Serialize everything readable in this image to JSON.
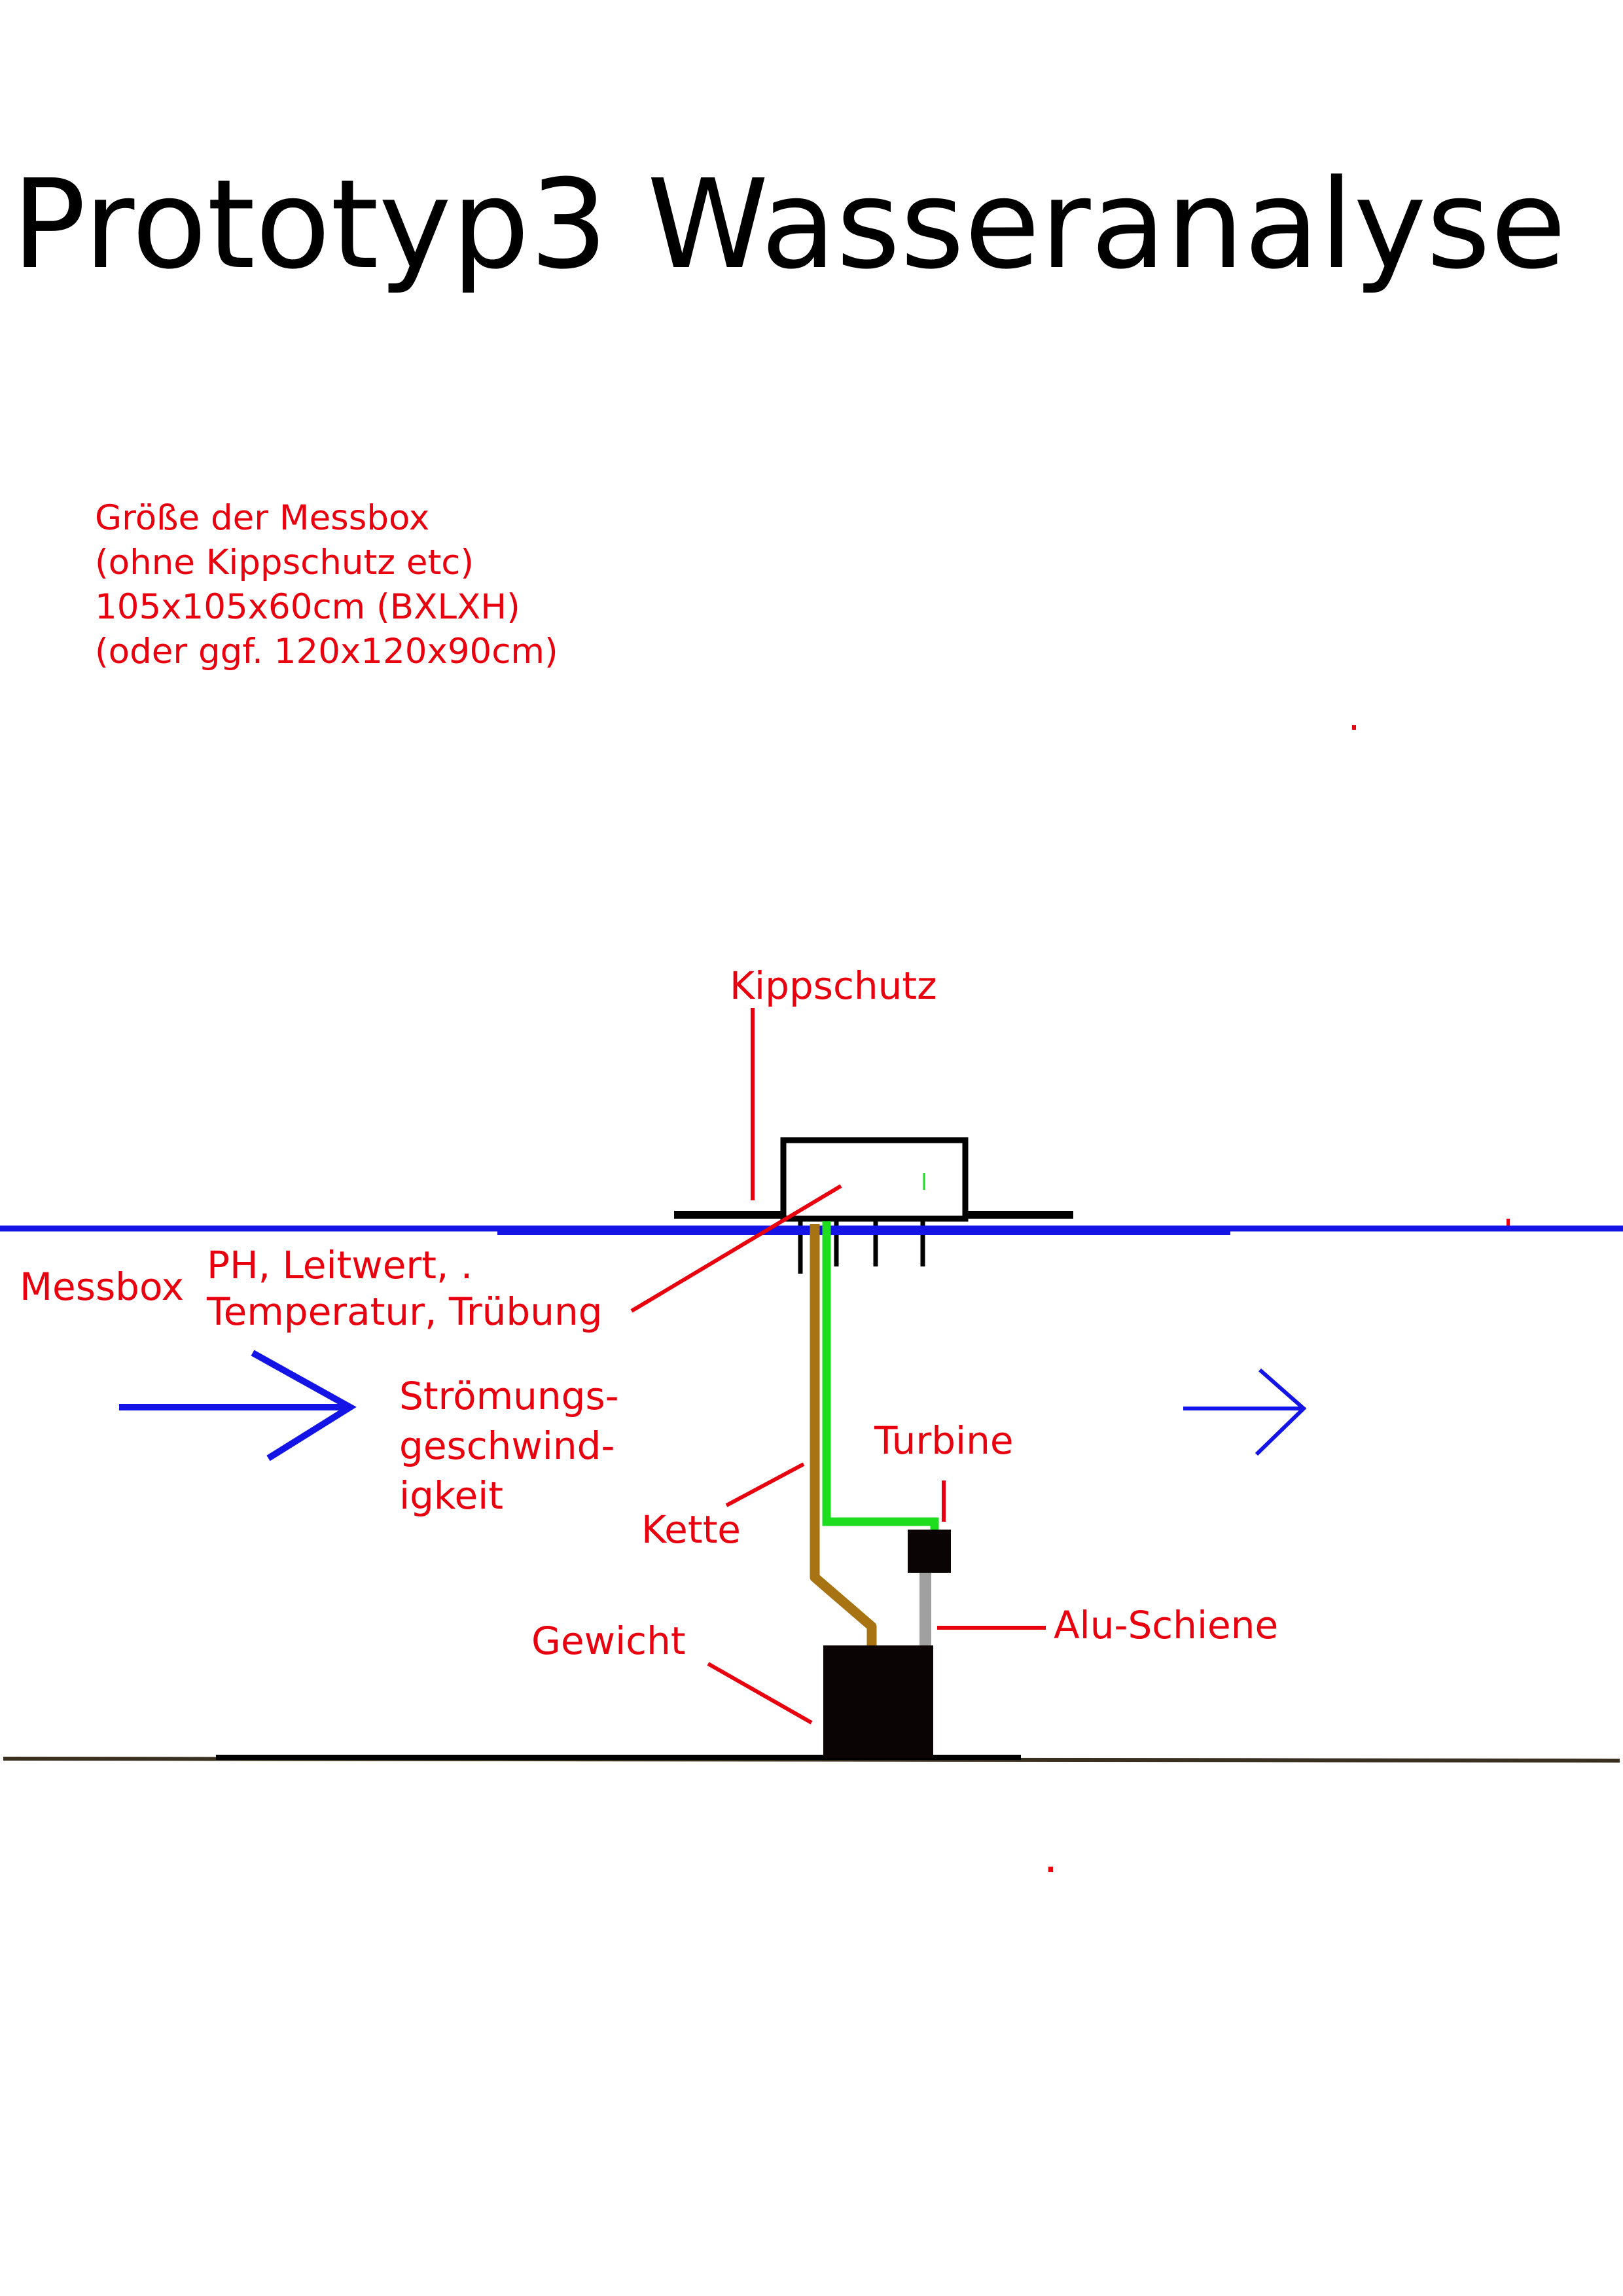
{
  "title": "Prototyp3 Wasseranalyse",
  "size_note": {
    "line1": "Größe der Messbox",
    "line2": "(ohne Kippschutz etc)",
    "line3": "105x105x60cm (BXLXH)",
    "line4": "(oder ggf. 120x120x90cm)"
  },
  "labels": {
    "kippschutz": "Kippschutz",
    "messbox": "Messbox",
    "sensors_line1": "PH, Leitwert,  .",
    "sensors_line2": "Temperatur, Trübung",
    "flow_line1": "Strömungs-",
    "flow_line2": "geschwind-",
    "flow_line3": "igkeit",
    "turbine": "Turbine",
    "kette": "Kette",
    "alu_schiene": "Alu-Schiene",
    "gewicht": "Gewicht"
  },
  "colors": {
    "water_line": "#1414e6",
    "label_red": "#e8000f",
    "chain": "#a87312",
    "cable": "#1edc1e",
    "rail": "#a0a0a0",
    "ground": "#3a3020",
    "weight": "#0a0404"
  }
}
